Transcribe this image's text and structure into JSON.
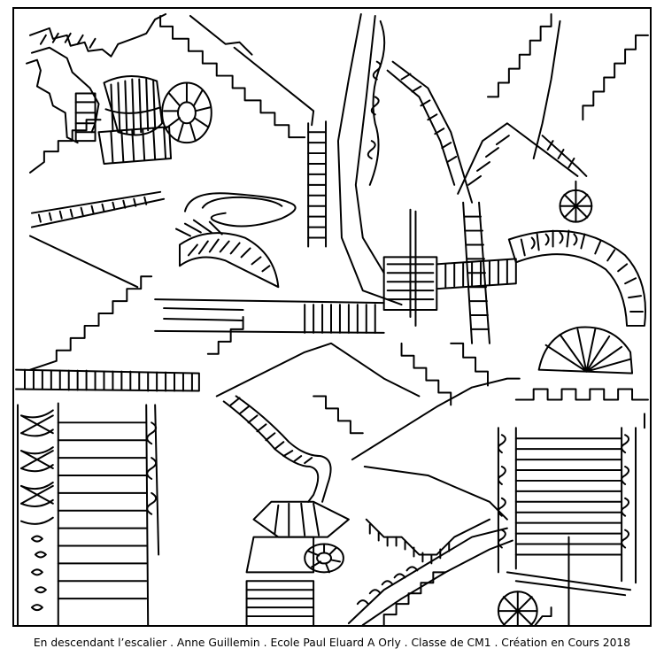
{
  "caption": "En descendant l’escalier . Anne Guillemin . Ecole Paul Eluard A Orly . Classe de CM1 . Création en Cours 2018",
  "artwork": {
    "subject": "coloring-page-drawing",
    "style": "black-ink-line-art",
    "ink_color": "#000000",
    "paper_color": "#ffffff"
  }
}
